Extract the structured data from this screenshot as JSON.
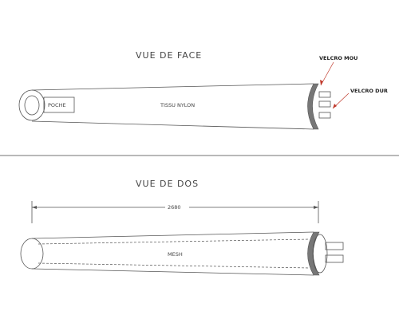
{
  "front_view": {
    "title": "VUE DE FACE",
    "pocket_label": "POCHE",
    "body_label": "TISSU NYLON",
    "velcro_soft_label": "VELCRO MOU",
    "velcro_hard_label": "VELCRO DUR"
  },
  "back_view": {
    "title": "VUE DE DOS",
    "dimension_label": "2680",
    "mesh_label": "MESH"
  },
  "colors": {
    "line": "#555555",
    "cap_fill": "#777777",
    "arrow": "#c0392b"
  }
}
